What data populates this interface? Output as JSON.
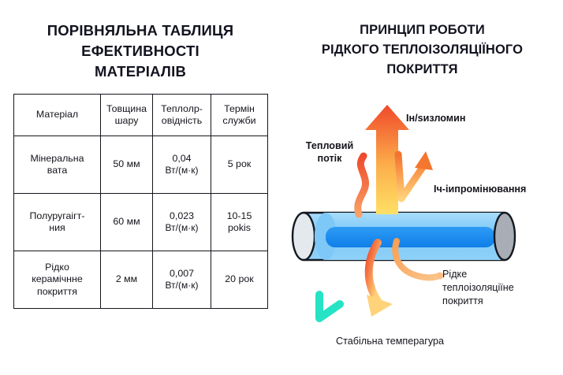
{
  "left": {
    "title_lines": [
      "ПОРІВНЯЛЬНА ТАБЛИЦЯ",
      "ЕФЕКТИВНОСТІ",
      "МАТЕРІАЛІВ"
    ],
    "table": {
      "headers": [
        {
          "lines": [
            "Матеріал"
          ]
        },
        {
          "lines": [
            "Товщина",
            "шару"
          ]
        },
        {
          "lines": [
            "Теплолр-",
            "овідність"
          ]
        },
        {
          "lines": [
            "Термін",
            "служби"
          ]
        }
      ],
      "rows": [
        {
          "material": [
            "Мінеральна",
            "вата"
          ],
          "thickness": [
            "50 мм"
          ],
          "conductivity": [
            "0,04",
            "Вт/(м·к)"
          ],
          "lifetime": [
            "5 рок"
          ]
        },
        {
          "material": [
            "Полуругаігт-",
            "ния"
          ],
          "thickness": [
            "60 мм"
          ],
          "conductivity": [
            "0,023",
            "Вт/(м·к)"
          ],
          "lifetime": [
            "10-15",
            "pokis"
          ]
        },
        {
          "material": [
            "Рідко",
            "керамічнне",
            "покриття"
          ],
          "thickness": [
            "2 мм"
          ],
          "conductivity": [
            "0,007",
            "Вт/(м·к)"
          ],
          "lifetime": [
            "20 рок"
          ]
        }
      ]
    }
  },
  "right": {
    "title_lines": [
      "ПРИНЦИП РОБОТИ",
      "РІДКОГО ТЕПЛОІЗОЛЯЦІЇНОГО",
      "ПОКРИТТЯ"
    ],
    "labels": {
      "heat_flow": [
        "Тепловий",
        "потік"
      ],
      "top_arrow": "Ін/sизломин",
      "ir_radiation": "Іч-іипромінювання",
      "coating": [
        "Рідке",
        "теплоізоляціїне",
        "покриття"
      ],
      "stable_temp": "Стабільна темперагура"
    }
  },
  "colors": {
    "text": "#12131f",
    "table_border": "#14141c",
    "arrow_hot": "#f04c2a",
    "arrow_warm": "#f9903c",
    "arrow_cool": "#ffd966",
    "arrow_teal": "#25e3c4",
    "pipe_outer": "#86cdf7",
    "pipe_inner": "#1a8cf0",
    "pipe_cap": "#a9aeb6",
    "pipe_cap_left": "#e2e6ea",
    "background": "#ffffff"
  }
}
